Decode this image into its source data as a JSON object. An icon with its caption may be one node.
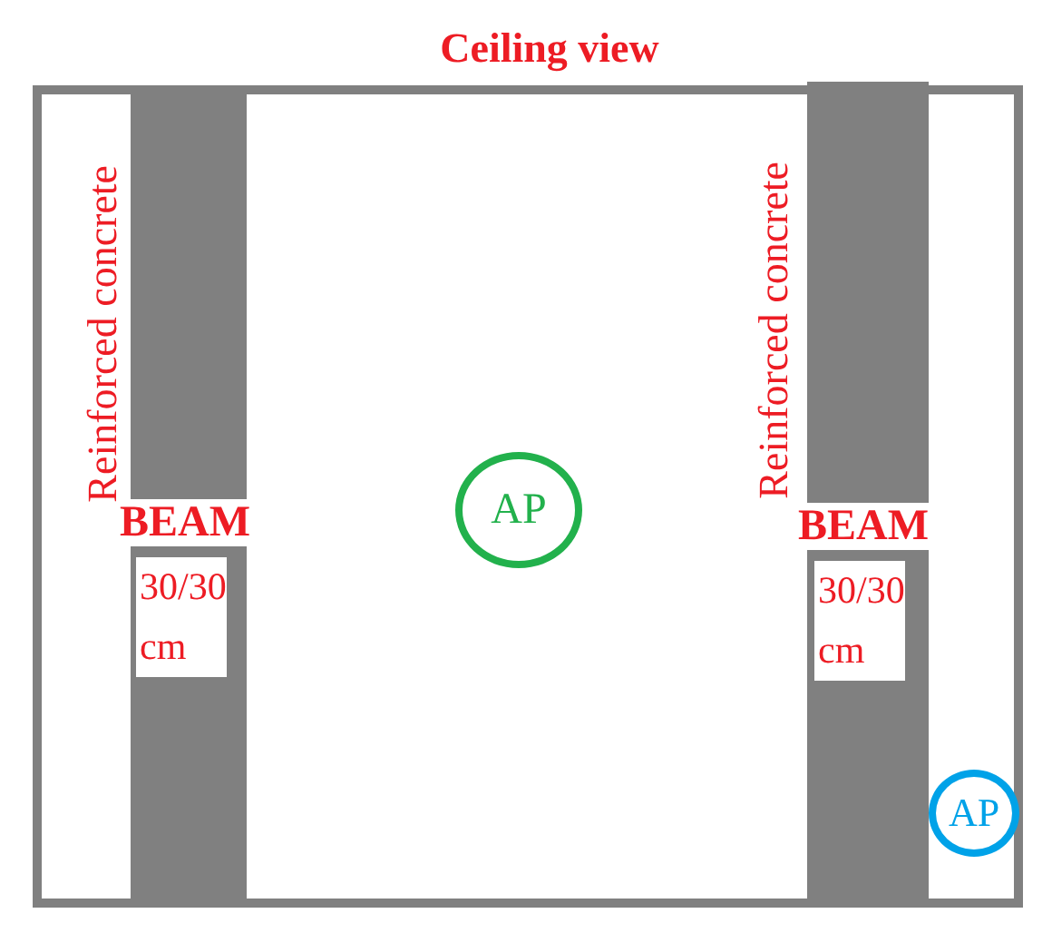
{
  "diagram": {
    "title": "Ceiling view",
    "nodes": [
      {
        "text": [],
        "shape": "box"
      },
      {
        "text": [
          "BEAM",
          "30/30 cm"
        ],
        "beside": [
          "Reinforced concrete"
        ],
        "in": 0
      },
      {
        "text": [
          "AP"
        ],
        "in": 0
      },
      {
        "text": [
          "BEAM",
          "30/30 cm"
        ],
        "beside": [
          "Reinforced concrete"
        ],
        "in": 0
      },
      {
        "text": [
          "AP"
        ],
        "in": 0
      }
    ],
    "edges": []
  }
}
